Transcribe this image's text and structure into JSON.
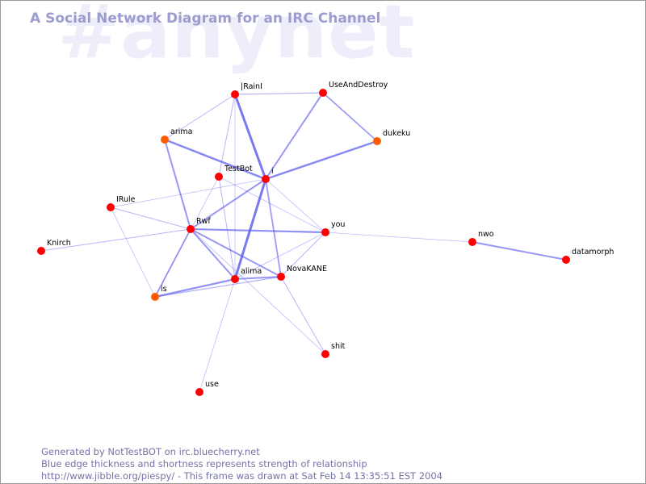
{
  "watermark": "#anynet",
  "title": "A Social Network Diagram for an IRC Channel",
  "colors": {
    "edge": "#5555ee",
    "node_fill": "#ff0000",
    "node_fill_orange": "#ff5a00",
    "title": "#9c9cd0",
    "watermark": "#eeeefb",
    "footer": "#7373a6"
  },
  "nodes": [
    {
      "id": "IRainI",
      "label": "|RainI"
    },
    {
      "id": "UseAndDestroy",
      "label": "UseAndDestroy"
    },
    {
      "id": "dukeku",
      "label": "dukeku",
      "color": "orange"
    },
    {
      "id": "arima",
      "label": "arima",
      "color": "orange"
    },
    {
      "id": "TestBot",
      "label": "TestBot"
    },
    {
      "id": "i",
      "label": "i"
    },
    {
      "id": "IRule",
      "label": "IRule"
    },
    {
      "id": "Rwf",
      "label": "Rwf"
    },
    {
      "id": "you",
      "label": "you"
    },
    {
      "id": "nwo",
      "label": "nwo"
    },
    {
      "id": "datamorph",
      "label": "datamorph"
    },
    {
      "id": "Knirch",
      "label": "Knirch"
    },
    {
      "id": "alima",
      "label": "alima"
    },
    {
      "id": "NovaKANE",
      "label": "NovaKANE"
    },
    {
      "id": "is",
      "label": "is",
      "color": "orange"
    },
    {
      "id": "shit",
      "label": "shit"
    },
    {
      "id": "use",
      "label": "use"
    }
  ],
  "edges": [
    {
      "source": "IRainI",
      "target": "i",
      "strength": 3
    },
    {
      "source": "i",
      "target": "dukeku",
      "strength": 2.5
    },
    {
      "source": "i",
      "target": "alima",
      "strength": 3
    },
    {
      "source": "arima",
      "target": "i",
      "strength": 2.5
    },
    {
      "source": "Rwf",
      "target": "i",
      "strength": 2
    },
    {
      "source": "i",
      "target": "UseAndDestroy",
      "strength": 2
    },
    {
      "source": "UseAndDestroy",
      "target": "dukeku",
      "strength": 1.8
    },
    {
      "source": "IRainI",
      "target": "UseAndDestroy",
      "strength": 1.2
    },
    {
      "source": "IRainI",
      "target": "arima",
      "strength": 1
    },
    {
      "source": "IRainI",
      "target": "TestBot",
      "strength": 1
    },
    {
      "source": "arima",
      "target": "Rwf",
      "strength": 2
    },
    {
      "source": "Rwf",
      "target": "you",
      "strength": 2.2
    },
    {
      "source": "Rwf",
      "target": "NovaKANE",
      "strength": 2
    },
    {
      "source": "Rwf",
      "target": "alima",
      "strength": 2
    },
    {
      "source": "Rwf",
      "target": "is",
      "strength": 1.8
    },
    {
      "source": "Rwf",
      "target": "Knirch",
      "strength": 1
    },
    {
      "source": "Rwf",
      "target": "IRule",
      "strength": 1
    },
    {
      "source": "is",
      "target": "alima",
      "strength": 2.2
    },
    {
      "source": "is",
      "target": "NovaKANE",
      "strength": 1.2
    },
    {
      "source": "is",
      "target": "IRule",
      "strength": 0.8
    },
    {
      "source": "alima",
      "target": "NovaKANE",
      "strength": 2
    },
    {
      "source": "NovaKANE",
      "target": "you",
      "strength": 1
    },
    {
      "source": "NovaKANE",
      "target": "shit",
      "strength": 1
    },
    {
      "source": "i",
      "target": "NovaKANE",
      "strength": 1.8
    },
    {
      "source": "IRule",
      "target": "i",
      "strength": 0.8
    },
    {
      "source": "TestBot",
      "target": "alima",
      "strength": 1
    },
    {
      "source": "TestBot",
      "target": "you",
      "strength": 0.8
    },
    {
      "source": "TestBot",
      "target": "is",
      "strength": 0.8
    },
    {
      "source": "you",
      "target": "nwo",
      "strength": 0.8
    },
    {
      "source": "nwo",
      "target": "datamorph",
      "strength": 2
    },
    {
      "source": "alima",
      "target": "use",
      "strength": 0.8
    },
    {
      "source": "alima",
      "target": "you",
      "strength": 0.8
    },
    {
      "source": "Rwf",
      "target": "shit",
      "strength": 0.8
    },
    {
      "source": "IRainI",
      "target": "alima",
      "strength": 0.8
    },
    {
      "source": "i",
      "target": "you",
      "strength": 0.8
    }
  ],
  "footer": {
    "line1": "Generated by NotTestBOT on irc.bluecherry.net",
    "line2": "Blue edge thickness and shortness represents strength of relationship",
    "line3": "http://www.jibble.org/piespy/ - This frame was drawn at Sat Feb 14 13:35:51 EST 2004"
  }
}
